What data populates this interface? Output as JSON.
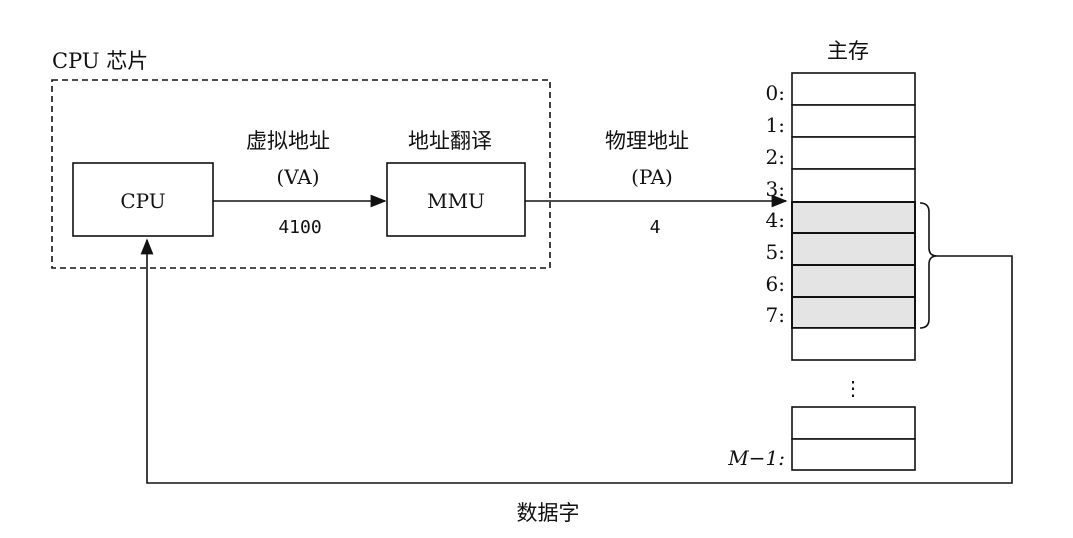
{
  "chip_label": "CPU 芯片",
  "cpu_label": "CPU",
  "mmu_label": "MMU",
  "va": {
    "title": "虚拟地址",
    "abbr": "(VA)",
    "value": "4100"
  },
  "mmu_title": "地址翻译",
  "pa": {
    "title": "物理地址",
    "abbr": "(PA)",
    "value": "4"
  },
  "memory": {
    "title": "主存",
    "rows": [
      "0:",
      "1:",
      "2:",
      "3:",
      "4:",
      "5:",
      "6:",
      "7:"
    ],
    "highlighted": [
      "4:",
      "5:",
      "6:",
      "7:"
    ],
    "ellipsis": "⋮",
    "last_label": "M−1:"
  },
  "return_label": "数据字"
}
